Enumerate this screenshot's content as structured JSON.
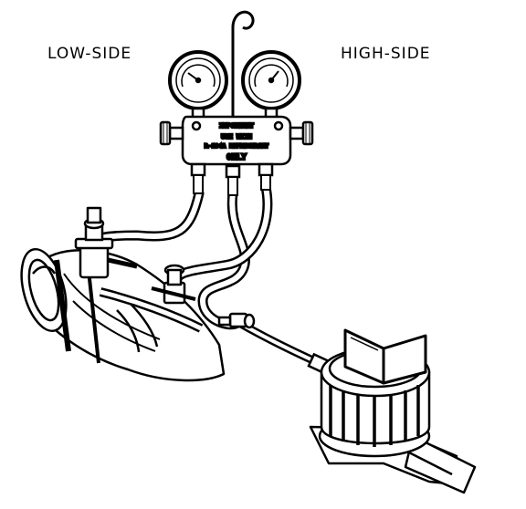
{
  "labels": {
    "low_side": "LOW-SIDE",
    "high_side": "HIGH-SIDE"
  },
  "manifold_plate": {
    "line1": "IMPORTANT",
    "line2": "USE WITH",
    "line3": "R-134A REFRIGERANT",
    "line4": "ONLY"
  },
  "colors": {
    "ink": "#000000",
    "paper": "#ffffff"
  }
}
